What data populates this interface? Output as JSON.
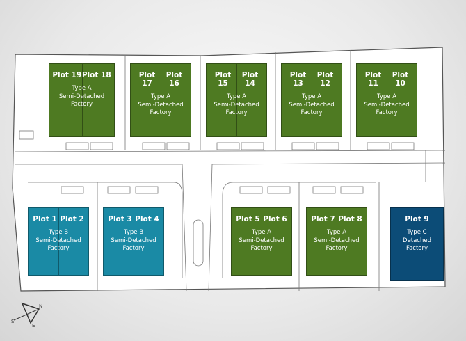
{
  "title": "Site plan",
  "colors": {
    "type_a": "#4e7a22",
    "type_b": "#1a8aa5",
    "type_c": "#0c4c77"
  },
  "plots": [
    {
      "names": [
        "Plot 19",
        "Plot 18"
      ],
      "type": "Type A",
      "style": "Semi-Detached",
      "label": "Factory",
      "color": "type_a"
    },
    {
      "names": [
        "Plot 17",
        "Plot 16"
      ],
      "type": "Type A",
      "style": "Semi-Detached",
      "label": "Factory",
      "color": "type_a"
    },
    {
      "names": [
        "Plot 15",
        "Plot 14"
      ],
      "type": "Type A",
      "style": "Semi-Detached",
      "label": "Factory",
      "color": "type_a"
    },
    {
      "names": [
        "Plot 13",
        "Plot 12"
      ],
      "type": "Type A",
      "style": "Semi-Detached",
      "label": "Factory",
      "color": "type_a"
    },
    {
      "names": [
        "Plot 11",
        "Plot 10"
      ],
      "type": "Type A",
      "style": "Semi-Detached",
      "label": "Factory",
      "color": "type_a"
    },
    {
      "names": [
        "Plot 1",
        "Plot 2"
      ],
      "type": "Type B",
      "style": "Semi-Detached",
      "label": "Factory",
      "color": "type_b"
    },
    {
      "names": [
        "Plot 3",
        "Plot 4"
      ],
      "type": "Type B",
      "style": "Semi-Detached",
      "label": "Factory",
      "color": "type_b"
    },
    {
      "names": [
        "Plot 5",
        "Plot 6"
      ],
      "type": "Type A",
      "style": "Semi-Detached",
      "label": "Factory",
      "color": "type_a"
    },
    {
      "names": [
        "Plot 7",
        "Plot 8"
      ],
      "type": "Type A",
      "style": "Semi-Detached",
      "label": "Factory",
      "color": "type_a"
    },
    {
      "names": [
        "Plot 9"
      ],
      "type": "Type C",
      "style": "Detached",
      "label": "Factory",
      "color": "type_c"
    }
  ],
  "compass": {
    "n": "N",
    "s": "S",
    "e": "E"
  }
}
